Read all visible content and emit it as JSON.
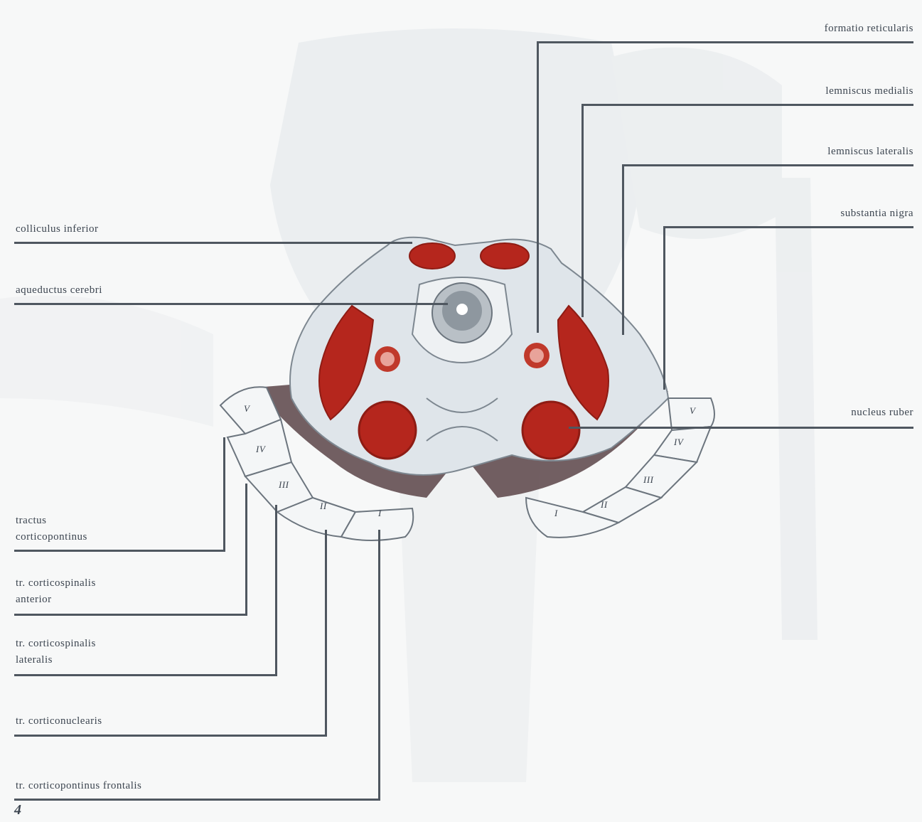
{
  "labels_left": {
    "colliculus": "colliculus inferior",
    "aqueductus": "aqueductus cerebri",
    "tractus_corticopontinus": [
      "tractus",
      "corticopontinus"
    ],
    "corticospinalis_anterior": [
      "tr. corticospinalis",
      "anterior"
    ],
    "corticospinalis_lateralis": [
      "tr. corticospinalis",
      "lateralis"
    ],
    "corticonuclearis": "tr. corticonuclearis",
    "corticopontinus_frontalis": "tr. corticopontinus frontalis"
  },
  "labels_right": {
    "formatio": "formatio reticularis",
    "lemniscus_medialis": "lemniscus medialis",
    "lemniscus_lateralis": "lemniscus lateralis",
    "substantia_nigra": "substantia nigra",
    "nucleus_ruber": "nucleus ruber"
  },
  "segments_left": [
    "V",
    "IV",
    "III",
    "II",
    "I"
  ],
  "segments_right": [
    "V",
    "IV",
    "III",
    "II",
    "I"
  ],
  "figure_number": "4",
  "colors": {
    "red": "#b5261d",
    "dark_red": "#8e1c14",
    "tissue": "#dfe5ea",
    "line": "#4f5760",
    "basis": "#5a4448"
  }
}
